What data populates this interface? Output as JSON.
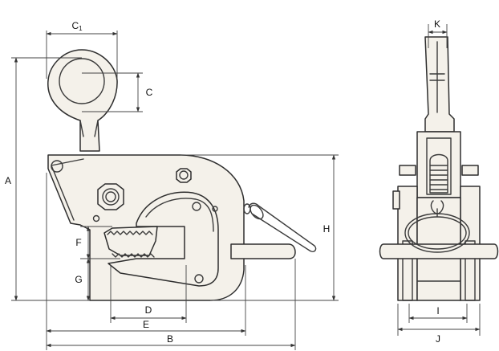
{
  "labels": {
    "A": "A",
    "B": "B",
    "C": "C",
    "C1": "C",
    "C1_sub": "1",
    "D": "D",
    "E": "E",
    "F": "F",
    "G": "G",
    "H": "H",
    "I": "I",
    "J": "J",
    "K": "K"
  },
  "colors": {
    "line": "#2e2e2e",
    "body_fill": "#f4f1ea",
    "background": "#ffffff"
  }
}
